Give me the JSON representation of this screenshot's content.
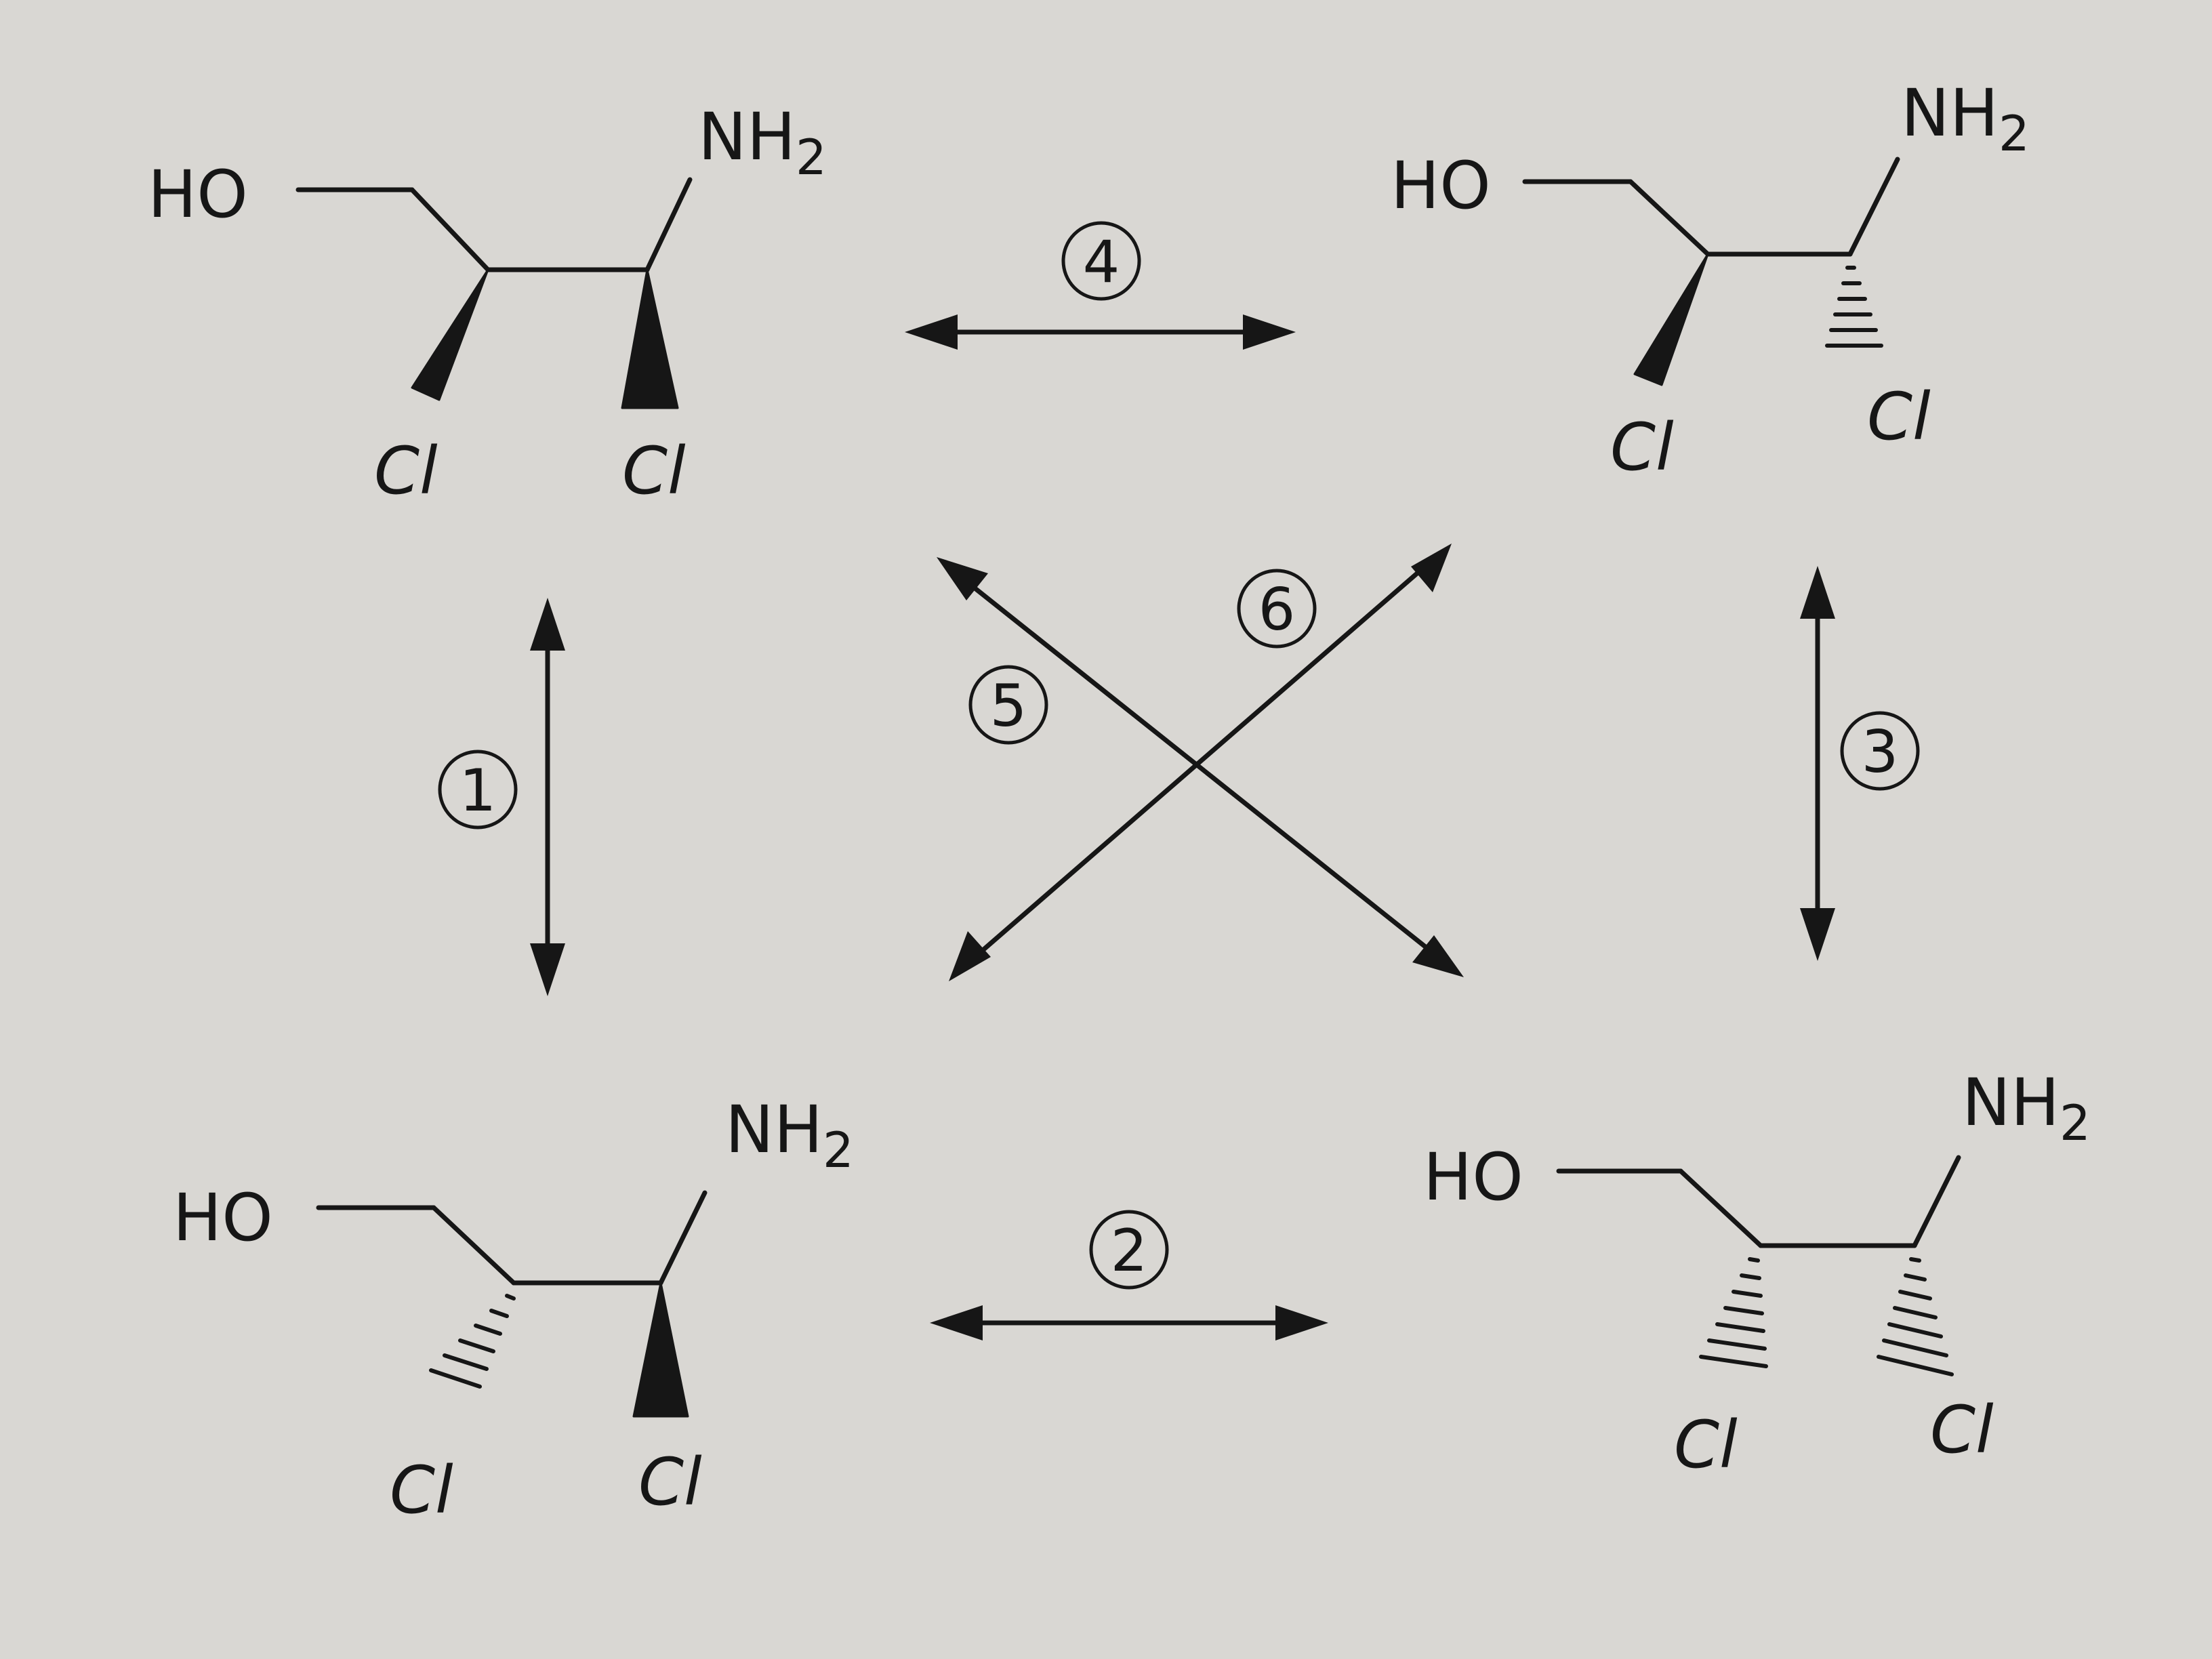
{
  "colors": {
    "paper": "#d9d7d3",
    "ink": "#161616"
  },
  "molecules": [
    {
      "id": "top-left",
      "ho": "HO",
      "amine": "NH",
      "amine_sub": "2",
      "cl_left": "Cl",
      "cl_right": "Cl"
    },
    {
      "id": "top-right",
      "ho": "HO",
      "amine": "NH",
      "amine_sub": "2",
      "cl_left": "Cl",
      "cl_right": "Cl"
    },
    {
      "id": "bottom-left",
      "ho": "HO",
      "amine": "NH",
      "amine_sub": "2",
      "cl_left": "Cl",
      "cl_right": "Cl"
    },
    {
      "id": "bottom-right",
      "ho": "HO",
      "amine": "NH",
      "amine_sub": "2",
      "cl_left": "Cl",
      "cl_right": "Cl"
    }
  ],
  "relations": [
    {
      "id": "r1",
      "label": "1"
    },
    {
      "id": "r2",
      "label": "2"
    },
    {
      "id": "r3",
      "label": "3"
    },
    {
      "id": "r4",
      "label": "4"
    },
    {
      "id": "r5",
      "label": "5"
    },
    {
      "id": "r6",
      "label": "6"
    }
  ]
}
